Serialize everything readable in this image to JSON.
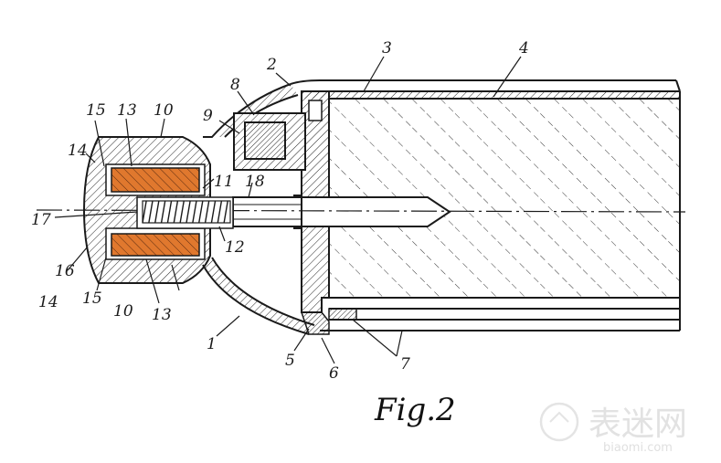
{
  "figure": {
    "caption": "Fig.2",
    "callouts": [
      "1",
      "2",
      "3",
      "4",
      "5",
      "6",
      "7",
      "8",
      "9",
      "10",
      "11",
      "12",
      "13",
      "14",
      "15",
      "16",
      "17",
      "18"
    ]
  },
  "watermark": {
    "text": "表迷网",
    "url": "biaomi.com",
    "color": "#e2e2e2"
  },
  "colors": {
    "ink": "#1a1a1a",
    "coil": "#e0782e",
    "paper": "#ffffff"
  }
}
